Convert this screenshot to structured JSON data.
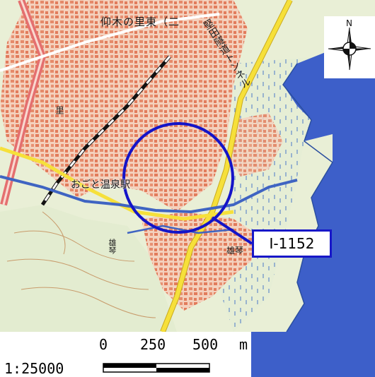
{
  "map": {
    "labels": {
      "town_top": "仰木の里東（二",
      "station": "おごと温泉駅",
      "tunnel": "堅田隧道トンネル",
      "ri": "里",
      "ogoto": "雄琴",
      "okoto_hill": "雄琴"
    },
    "callout_id": "I-1152"
  },
  "compass": {
    "north_label": "N"
  },
  "scale": {
    "ratio": "1:25000",
    "tick_0": "0",
    "tick_250": "250",
    "tick_500": "500",
    "unit": "m"
  },
  "colors": {
    "land": "#e9efd6",
    "urban": "#f3c9b2",
    "building": "#e27c5c",
    "water": "#3f64c2",
    "lake": "#3d5fc9",
    "road": "#f6e03a",
    "highway": "#e46f6f",
    "marker": "#1414c8"
  }
}
